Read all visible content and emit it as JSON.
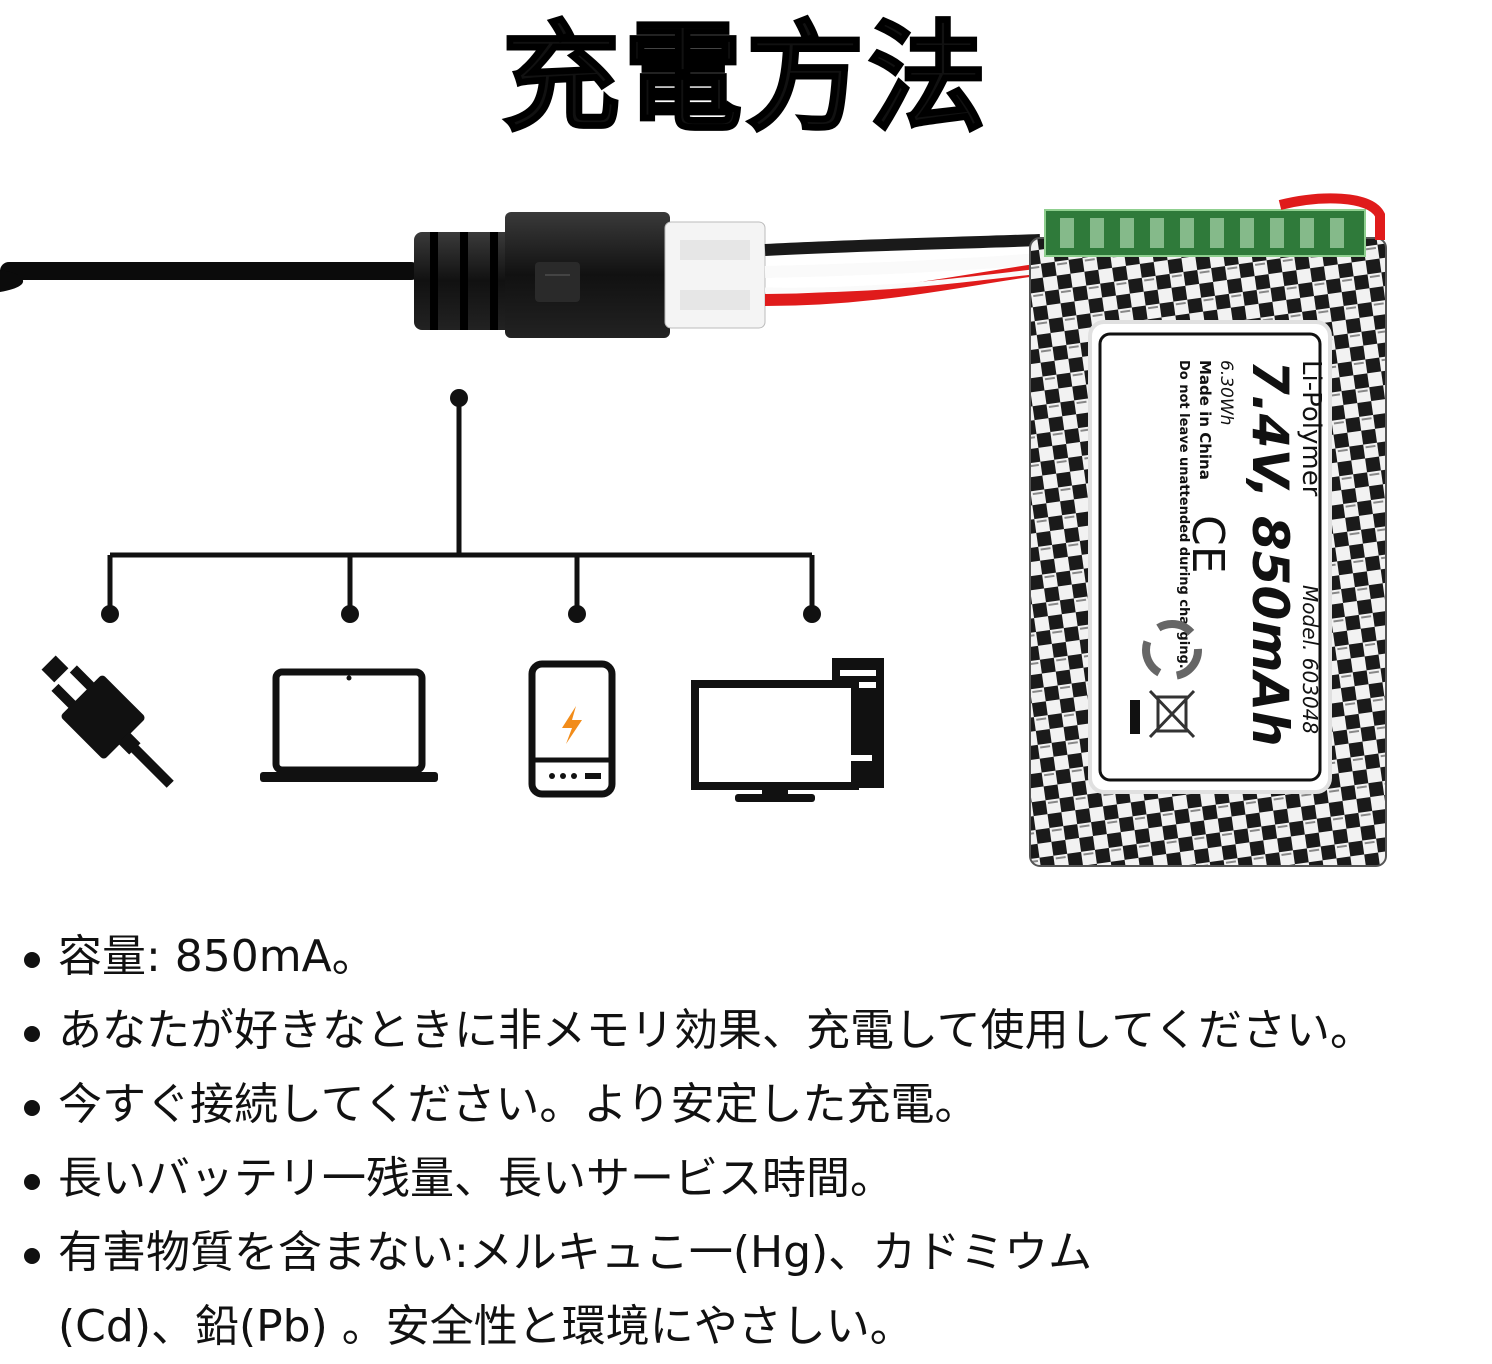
{
  "title": "充電方法",
  "battery": {
    "type": "Li-Polymer",
    "rating": "7.4V, 850mAh",
    "model": "Model. 603048",
    "energy": "6.30Wh",
    "origin": "Made in China",
    "warning": "Do not leave unattended during charging.",
    "ce_mark": "CE"
  },
  "charge_sources": [
    {
      "name": "wall-plug-icon"
    },
    {
      "name": "laptop-icon"
    },
    {
      "name": "power-bank-icon"
    },
    {
      "name": "desktop-computer-icon"
    }
  ],
  "bullets": [
    {
      "text": "容量: 850mA。"
    },
    {
      "text": "あなたが好きなときに非メモリ効果、充電して使用してください。"
    },
    {
      "text": "今すぐ接続してください。より安定した充電。"
    },
    {
      "text": "長いバッテリ一残量、長いサービス時間。"
    },
    {
      "text": "有害物質を含まない:メルキュこ一(Hg)、カドミウム",
      "cont": "(Cd)、鉛(Pb) 。安全性と環境にやさしい。"
    }
  ],
  "colors": {
    "accent_orange": "#f28c1a",
    "wire_red": "#e01b1b",
    "pcb_green": "#2f7a3a"
  }
}
